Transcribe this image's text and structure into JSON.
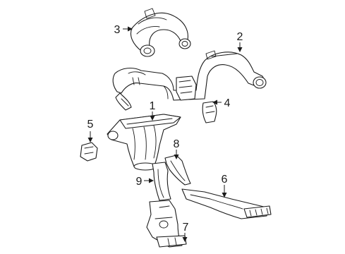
{
  "callouts": {
    "c1": "1",
    "c2": "2",
    "c3": "3",
    "c4": "4",
    "c5": "5",
    "c6": "6",
    "c7": "7",
    "c8": "8",
    "c9": "9"
  },
  "colors": {
    "line": "#1a1a1a",
    "background": "#ffffff",
    "shade": "#d9d9d9"
  }
}
